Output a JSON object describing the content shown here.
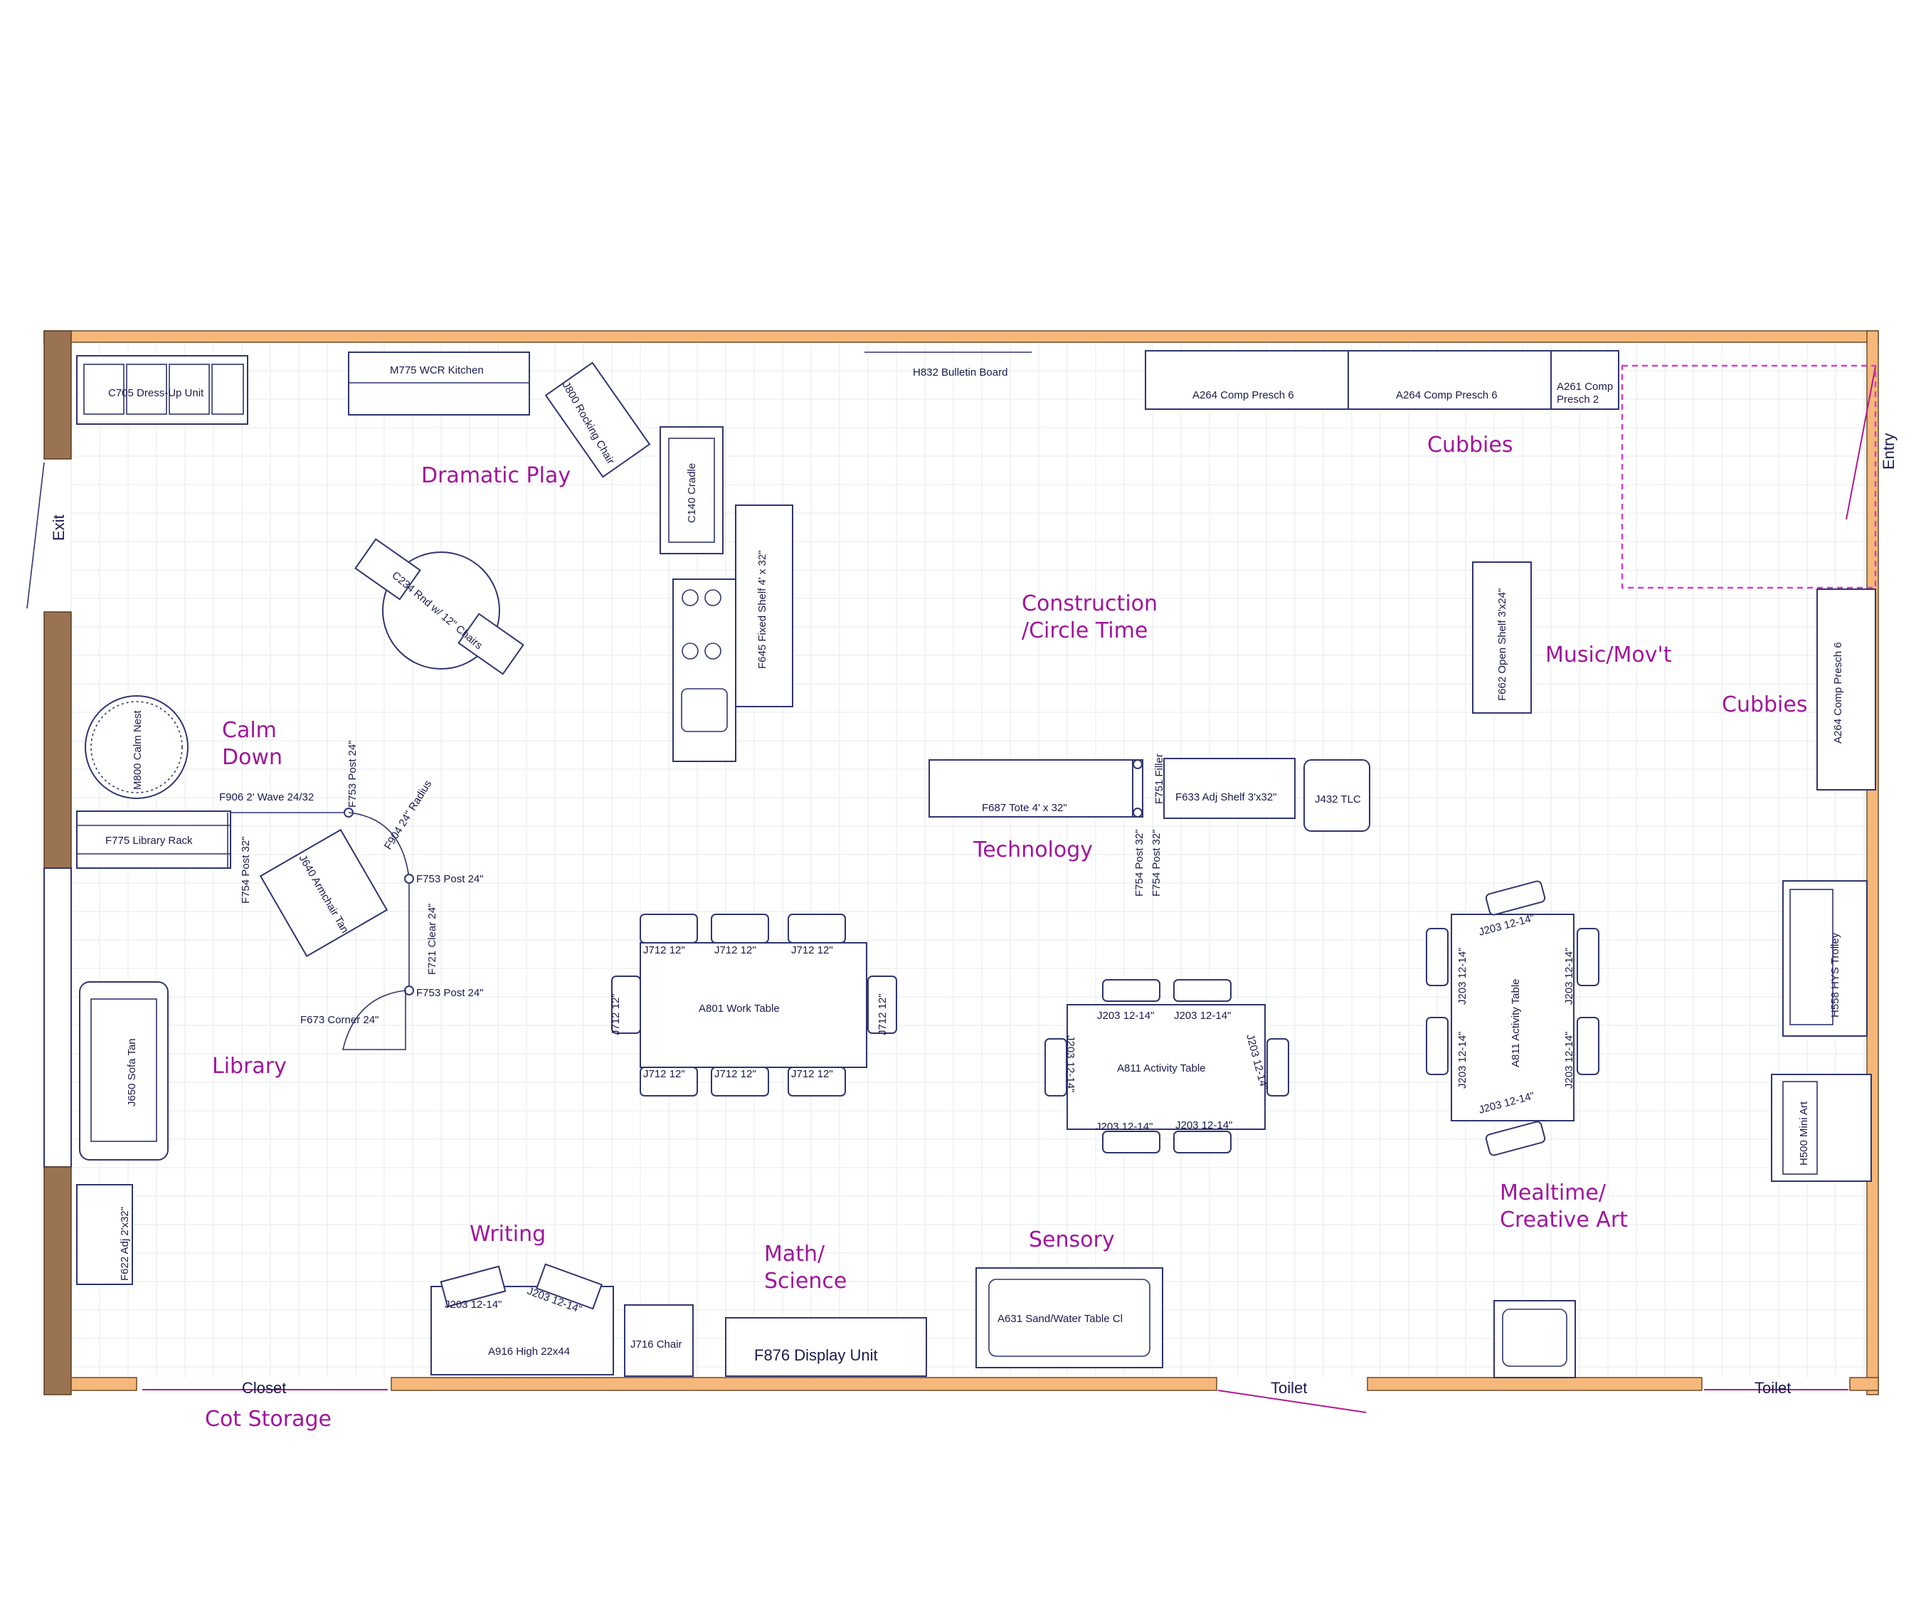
{
  "zones": {
    "dramatic_play": "Dramatic Play",
    "cubbies_top": "Cubbies",
    "construction": "Construction\n/Circle Time",
    "music": "Music/Mov't",
    "cubbies_right": "Cubbies",
    "calm_down": "Calm\nDown",
    "technology": "Technology",
    "library": "Library",
    "writing": "Writing",
    "math": "Math/\nScience",
    "sensory": "Sensory",
    "mealtime": "Mealtime/\nCreative Art",
    "cot_storage": "Cot Storage"
  },
  "doors": {
    "exit": "Exit",
    "entry": "Entry",
    "closet": "Closet",
    "toilet1": "Toilet",
    "toilet2": "Toilet"
  },
  "furniture": {
    "c705": "C705 Dress-Up Unit",
    "m775": "M775 WCR Kitchen",
    "j800": "J800 Rocking Chair",
    "h832": "H832 Bulletin Board",
    "a264_1": "A264 Comp Presch 6",
    "a264_2": "A264 Comp Presch 6",
    "a261": "A261 Comp\nPresch 2",
    "c140": "C140 Cradle",
    "f645": "F645 Fixed Shelf 4' x 32\"",
    "c234": "C234 Rnd w/ 12\" Chairs",
    "f662": "F662 Open Shelf 3'x24\"",
    "a264_3": "A264 Comp Presch 6",
    "m800": "M800 Calm Nest",
    "f906": "F906 2' Wave 24/32",
    "f753_a": "F753 Post 24\"",
    "f904": "F904 24\" Radius",
    "f775": "F775 Library Rack",
    "f754_a": "F754 Post 32\"",
    "j640": "J640 Armchair Tan",
    "f753_b": "F753 Post 24\"",
    "f721": "F721 Clear 24\"",
    "f753_c": "F753 Post 24\"",
    "f673": "F673 Corner 24\"",
    "f687": "F687 Tote 4' x 32\"",
    "f751": "F751 Filler",
    "f633": "F633 Adj Shelf 3'x32\"",
    "j432": "J432 TLC",
    "f754_b": "F754 Post 32\"",
    "f754_c": "F754 Post 32\"",
    "j650": "J650 Sofa Tan",
    "a801": "A801 Work Table",
    "j712": "J712 12\"",
    "a811": "A811 Activity Table",
    "j203": "J203 12-14\"",
    "h558": "H558 HYS Trolley",
    "h500": "H500 Mini Art",
    "f622": "F622 Adj 2'x32\"",
    "a916": "A916 High 22x44",
    "j716": "J716 Chair",
    "f876": "F876 Display Unit",
    "a631": "A631 Sand/Water Table Cl"
  },
  "colors": {
    "zone_label": "#a0169a",
    "furniture_line": "#2f3570",
    "wall": "#f6b87a",
    "wall_dark": "#9a7452",
    "entry_zone": "#d93ad0"
  }
}
